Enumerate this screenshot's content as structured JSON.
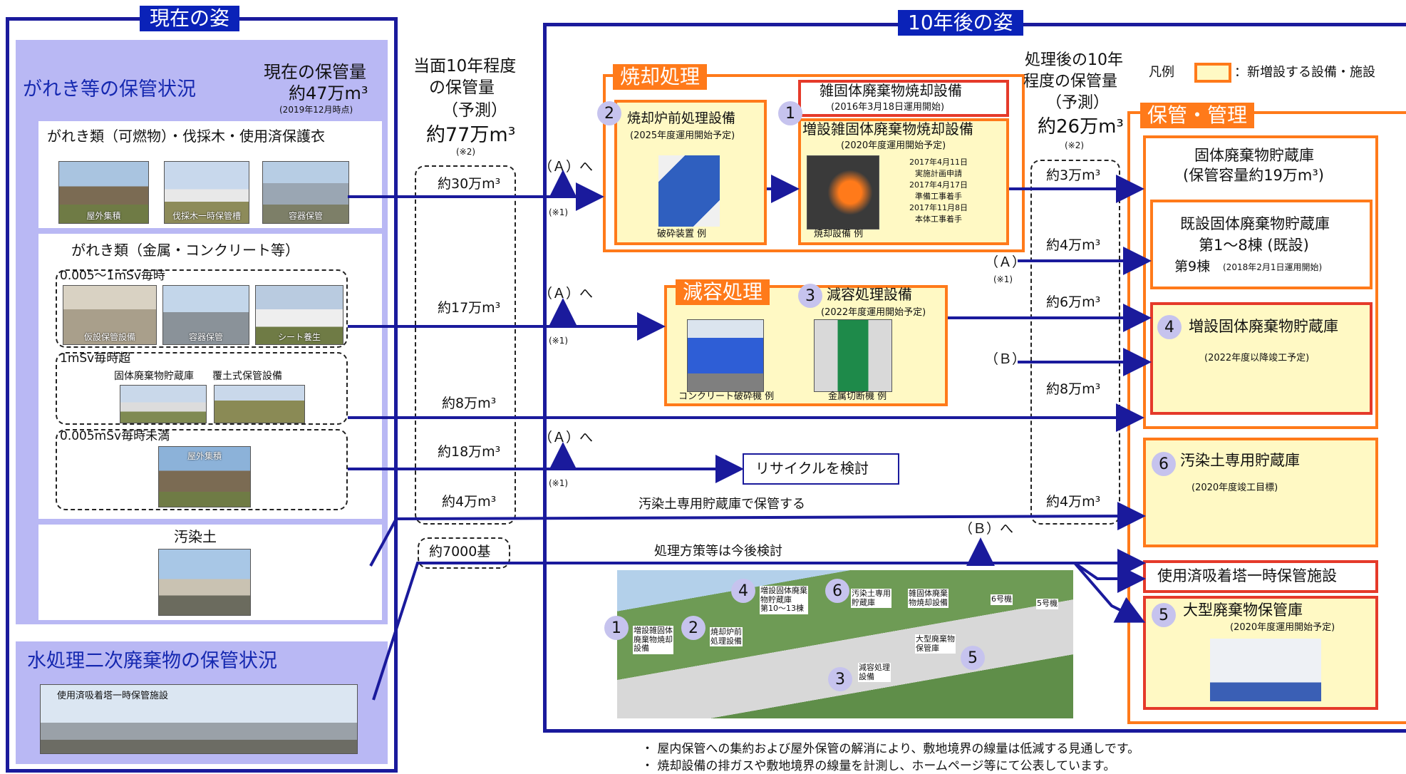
{
  "left": {
    "title": "現在の姿",
    "section": "がれき等の保管状況",
    "current_label": "現在の保管量",
    "current_value": "約47万m³",
    "current_date": "(2019年12月時点)",
    "cat1": "がれき類（可燃物）・伐採木・使用済保護衣",
    "cat1_photos": [
      "屋外集積",
      "伐採木一時保管槽",
      "容器保管"
    ],
    "cat2": "がれき類（金属・コンクリート等）",
    "range1": "0.005～1mSv毎時",
    "range1_photos": [
      "仮設保管設備",
      "容器保管",
      "シート養生"
    ],
    "range2": "1mSv毎時超",
    "range2_photos": [
      "固体廃棄物貯蔵庫",
      "覆土式保管設備"
    ],
    "range3": "0.005mSv毎時未満",
    "range3_photos": [
      "屋外集積"
    ],
    "soil": "汚染土",
    "water_title": "水処理二次廃棄物の保管状況",
    "water_photo": "使用済吸着塔一時保管施設"
  },
  "col1": {
    "h1": "当面10年程度",
    "h2": "の保管量",
    "h3": "（予測）",
    "total": "約77万m³",
    "note": "(※2)",
    "v1": "約30万m³",
    "v2": "約17万m³",
    "v3": "約8万m³",
    "v4": "約18万m³",
    "v5": "約4万m³",
    "v6": "約7000基"
  },
  "right": {
    "title": "10年後の姿",
    "burn_tag": "焼却処理",
    "pre_title": "焼却炉前処理設備",
    "pre_sub": "(2025年度運用開始予定)",
    "pre_photo": "破砕装置 例",
    "inc_title": "雑固体廃棄物焼却設備",
    "inc_sub": "(2016年3月18日運用開始)",
    "inc2_title": "増設雑固体廃棄物焼却設備",
    "inc2_sub": "(2020年度運用開始予定)",
    "inc2_notes": [
      "2017年4月11日",
      "実施計画申請",
      "2017年4月17日",
      "準備工事着手",
      "2017年11月8日",
      "本体工事着手"
    ],
    "inc2_photo": "焼却設備 例",
    "vol_tag": "減容処理",
    "vol_title": "減容処理設備",
    "vol_sub": "(2022年度運用開始予定)",
    "vol_photo1": "コンクリート破砕機 例",
    "vol_photo2": "金属切断機 例",
    "recycle": "リサイクルを検討",
    "soil_store": "汚染土専用貯蔵庫で保管する",
    "future": "処理方策等は今後検討",
    "after_h1": "処理後の10年",
    "after_h2": "程度の保管量",
    "after_h3": "（予測）",
    "after_total": "約26万m³",
    "after_note": "(※2)",
    "after_v1": "約3万m³",
    "after_v2": "約4万m³",
    "after_v3": "約6万m³",
    "after_v4": "約8万m³",
    "after_v5": "約4万m³",
    "legend_label": "凡例",
    "legend_text": "：新増設する設備・施設",
    "mgmt_tag": "保管・管理",
    "s1_title": "固体廃棄物貯蔵庫",
    "s1_sub": "(保管容量約19万m³)",
    "s2_title": "既設固体廃棄物貯蔵庫",
    "s2_l2": "第1～8棟 (既設)",
    "s2_l3": "第9棟",
    "s2_l3b": "(2018年2月1日運用開始)",
    "s3_title": "増設固体廃棄物貯蔵庫",
    "s3_sub": "(2022年度以降竣工予定)",
    "s4_title": "汚染土専用貯蔵庫",
    "s4_sub": "(2020年度竣工目標)",
    "s5_title": "使用済吸着塔一時保管施設",
    "s6_title": "大型廃棄物保管庫",
    "s6_sub": "(2020年度運用開始予定)",
    "label_a": "（Ａ）へ",
    "label_a2": "（Ａ）",
    "label_b": "（Ｂ）",
    "label_b2": "（Ｂ）へ",
    "note1": "(※1)",
    "map_labels": {
      "m1": "増設雑固体\n廃棄物焼却\n設備",
      "m2": "焼却炉前\n処理設備",
      "m3": "減容処理\n設備",
      "m4": "増設固体廃棄\n物貯蔵庫\n第10～13棟",
      "m5": "大型廃棄物\n保管庫",
      "m6": "汚染土専用\n貯蔵庫",
      "m7": "雑固体廃棄\n物焼却設備",
      "m8": "6号機",
      "m9": "5号機"
    },
    "num": [
      "1",
      "2",
      "3",
      "4",
      "5",
      "6"
    ]
  },
  "footer": [
    "・ 屋内保管への集約および屋外保管の解消により、敷地境界の線量は低減する見通しです。",
    "・ 焼却設備の排ガスや敷地境界の線量を計測し、ホームページ等にて公表しています。"
  ]
}
